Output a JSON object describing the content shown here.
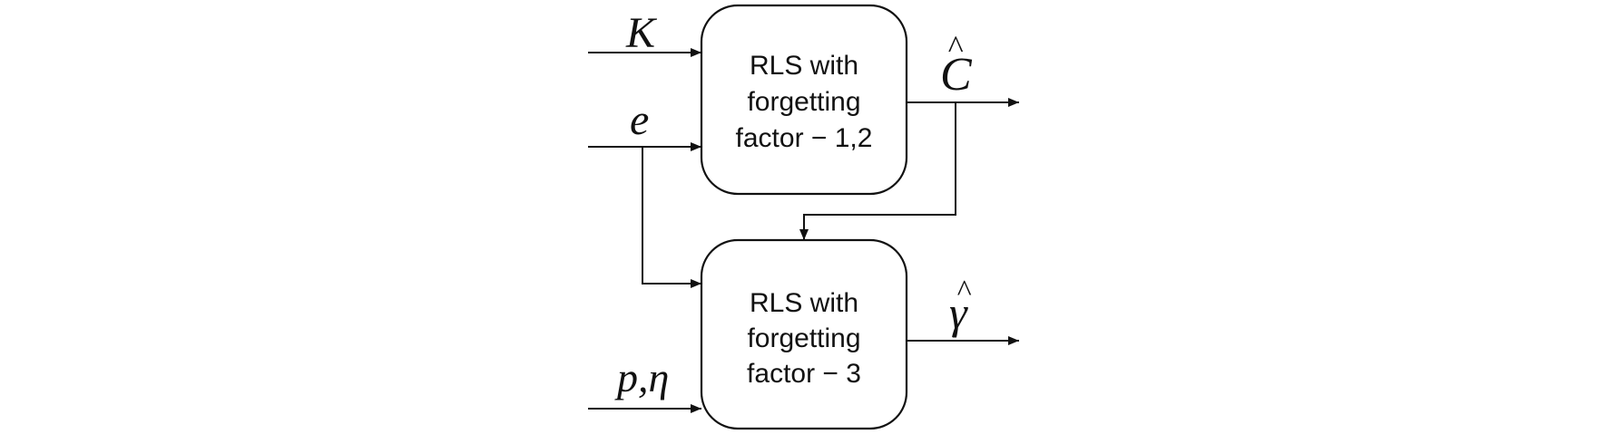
{
  "blocks": {
    "top": {
      "line1": "RLS with",
      "line2": "forgetting",
      "line3": "factor − 1,2"
    },
    "bottom": {
      "line1": "RLS with",
      "line2": "forgetting",
      "line3": "factor − 3"
    }
  },
  "inputs": {
    "k": "K",
    "e": "e",
    "p_eta": "p,η"
  },
  "outputs": {
    "c_hat": "C",
    "gamma_hat": "γ",
    "hat_mark": "^"
  }
}
